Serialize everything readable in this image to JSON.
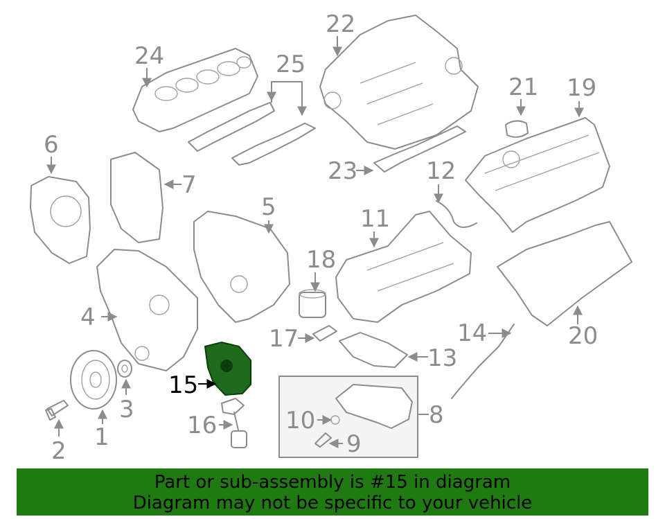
{
  "diagram": {
    "callouts": [
      "1",
      "2",
      "3",
      "4",
      "5",
      "6",
      "7",
      "8",
      "9",
      "10",
      "11",
      "12",
      "13",
      "14",
      "15",
      "16",
      "17",
      "18",
      "19",
      "20",
      "21",
      "22",
      "23",
      "24",
      "25"
    ],
    "highlighted_part": "15",
    "highlight_color": "#1e6b1e",
    "line_color": "#8c8c8c"
  },
  "banner": {
    "line1": "Part or sub-assembly is #15 in diagram",
    "line2": "Diagram may not be specific to your vehicle",
    "background": "#207a12"
  }
}
